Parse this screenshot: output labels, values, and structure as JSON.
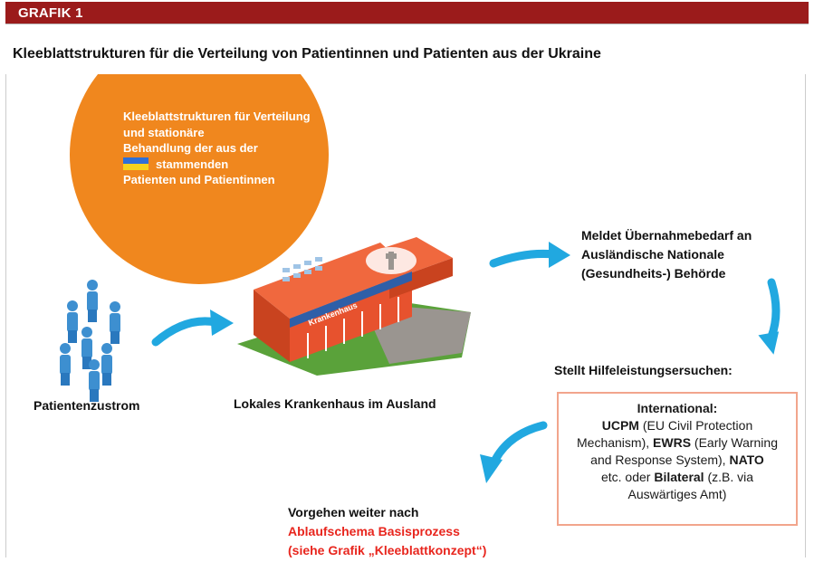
{
  "header": {
    "badge": "GRAFIK 1"
  },
  "title": "Kleeblattstrukturen für die Verteilung von Patientinnen und Patienten aus der Ukraine",
  "circle": {
    "lines": [
      "Kleeblattstrukturen für  Verteilung",
      "und stationäre",
      "Behandlung der aus der",
      "stammenden",
      "Patienten und Patientinnen"
    ],
    "flag_colors": [
      "#2f6fd6",
      "#f6d21c"
    ]
  },
  "nodes": {
    "inflow": "Patientenzustrom",
    "hospital": "Lokales Krankenhaus im Ausland",
    "hospital_sign": "Krankenhaus",
    "report": [
      "Meldet Übernahmebedarf an",
      "Ausländische Nationale",
      "(Gesundheits-) Behörde"
    ],
    "request": "Stellt Hilfeleistungsersuchen:"
  },
  "box": {
    "heading": "International:",
    "ucpm": "UCPM",
    "ucpm_desc": " (EU Civil Protection",
    "line2_a": "Mechanism), ",
    "ewrs": "EWRS",
    "ewrs_desc": " (Early Warning",
    "line3": "and Response System), ",
    "nato": "NATO",
    "line4_a": "etc. oder ",
    "bilateral": "Bilateral",
    "line4_b": " (z.B. via",
    "line5": "Auswärtiges Amt)"
  },
  "next": {
    "line1": "Vorgehen weiter nach",
    "line2": "Ablaufschema Basisprozess",
    "line3": "(siehe Grafik „Kleeblattkonzept“)"
  },
  "colors": {
    "header": "#9b1b1b",
    "circle": "#f0871e",
    "arrow": "#21a8e0",
    "people": "#3d8fd0",
    "hospital": "#e7522e",
    "accent_red": "#e8261e"
  }
}
